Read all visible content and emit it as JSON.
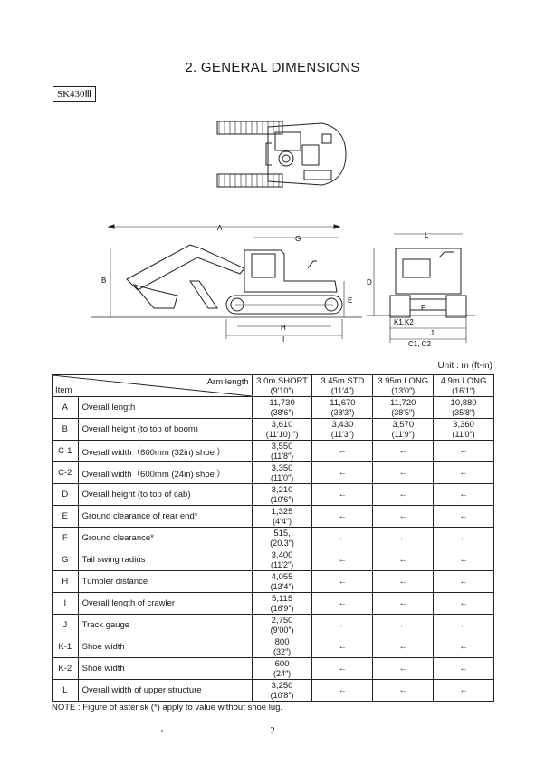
{
  "title": "2.  GENERAL DIMENSIONS",
  "model_label": "SK430Ⅲ",
  "unit_label": "Unit : m (ft-in)",
  "figure_labels": {
    "A": "A",
    "B": "B",
    "G": "G",
    "H": "H",
    "I": "I",
    "E": "E",
    "D": "D",
    "L": "L",
    "F": "F",
    "K": "K1,K2",
    "J": "J",
    "C": "C1, C2"
  },
  "table": {
    "header_arm": "Arm length",
    "header_item": "Item",
    "columns": [
      {
        "l1": "3.0m SHORT",
        "l2": "(9′10″)"
      },
      {
        "l1": "3.45m STD",
        "l2": "(11′4″)"
      },
      {
        "l1": "3.95m LONG",
        "l2": "(13′0″)"
      },
      {
        "l1": "4.9m LONG",
        "l2": "(16′1″)"
      }
    ],
    "rows": [
      {
        "code": "A",
        "desc": "Overall length",
        "v": [
          [
            "11,730",
            "(38′6″)"
          ],
          [
            "11,670",
            "(38′3″)"
          ],
          [
            "11,720",
            "(38′5″)"
          ],
          [
            "10,880",
            "(35′8″)"
          ]
        ]
      },
      {
        "code": "B",
        "desc": "Overall height (to top of boom)",
        "v": [
          [
            "3,610",
            "(11′10) ″)"
          ],
          [
            "3,430",
            "(11′3″)"
          ],
          [
            "3,570",
            "(11′9″)"
          ],
          [
            "3,360",
            "(11′0″)"
          ]
        ]
      },
      {
        "code": "C-1",
        "desc": "Overall width（800mm (32in) shoe ）",
        "v": [
          [
            "3,550",
            "(11′8″)"
          ],
          [
            "←",
            ""
          ],
          [
            "←",
            ""
          ],
          [
            "←",
            ""
          ]
        ]
      },
      {
        "code": "C-2",
        "desc": "Overall width（600mm (24in) shoe ）",
        "v": [
          [
            "3,350",
            "(11′0″)"
          ],
          [
            "←",
            ""
          ],
          [
            "←",
            ""
          ],
          [
            "←",
            ""
          ]
        ]
      },
      {
        "code": "D",
        "desc": "Overall height (to top of cab)",
        "v": [
          [
            "3,210",
            "(10′6″)"
          ],
          [
            "←",
            ""
          ],
          [
            "←",
            ""
          ],
          [
            "←",
            ""
          ]
        ]
      },
      {
        "code": "E",
        "desc": "Ground clearance of rear end*",
        "v": [
          [
            "1,325",
            "(4′4″)"
          ],
          [
            "←",
            ""
          ],
          [
            "←",
            ""
          ],
          [
            "←",
            ""
          ]
        ]
      },
      {
        "code": "F",
        "desc": "Ground clearance*",
        "v": [
          [
            "515,",
            "(20.3″)"
          ],
          [
            "←",
            ""
          ],
          [
            "←",
            ""
          ],
          [
            "←",
            ""
          ]
        ]
      },
      {
        "code": "G",
        "desc": "Tail swing radius",
        "v": [
          [
            "3,400",
            "(11′2″)"
          ],
          [
            "←",
            ""
          ],
          [
            "←",
            ""
          ],
          [
            "←",
            ""
          ]
        ]
      },
      {
        "code": "H",
        "desc": "Tumbler distance",
        "v": [
          [
            "4,055",
            "(13′4″)"
          ],
          [
            "←",
            ""
          ],
          [
            "←",
            ""
          ],
          [
            "←",
            ""
          ]
        ]
      },
      {
        "code": "I",
        "desc": "Overall length of crawler",
        "v": [
          [
            "5,115",
            "(16′9″)"
          ],
          [
            "←",
            ""
          ],
          [
            "←",
            ""
          ],
          [
            "←",
            ""
          ]
        ]
      },
      {
        "code": "J",
        "desc": "Track gauge",
        "v": [
          [
            "2,750",
            "(9′00″)"
          ],
          [
            "←",
            ""
          ],
          [
            "←",
            ""
          ],
          [
            "←",
            ""
          ]
        ]
      },
      {
        "code": "K-1",
        "desc": "Shoe width",
        "v": [
          [
            "800",
            "(32″)"
          ],
          [
            "←",
            ""
          ],
          [
            "←",
            ""
          ],
          [
            "←",
            ""
          ]
        ]
      },
      {
        "code": "K-2",
        "desc": "Shoe width",
        "v": [
          [
            "600",
            "(24″)"
          ],
          [
            "←",
            ""
          ],
          [
            "←",
            ""
          ],
          [
            "←",
            ""
          ]
        ]
      },
      {
        "code": "L",
        "desc": "Overall width of upper structure",
        "v": [
          [
            "3,250",
            "(10′8″)"
          ],
          [
            "←",
            ""
          ],
          [
            "←",
            ""
          ],
          [
            "←",
            ""
          ]
        ]
      }
    ]
  },
  "note": "NOTE : Figure of asterisk (*) apply to value without shoe lug.",
  "page_number": "2"
}
